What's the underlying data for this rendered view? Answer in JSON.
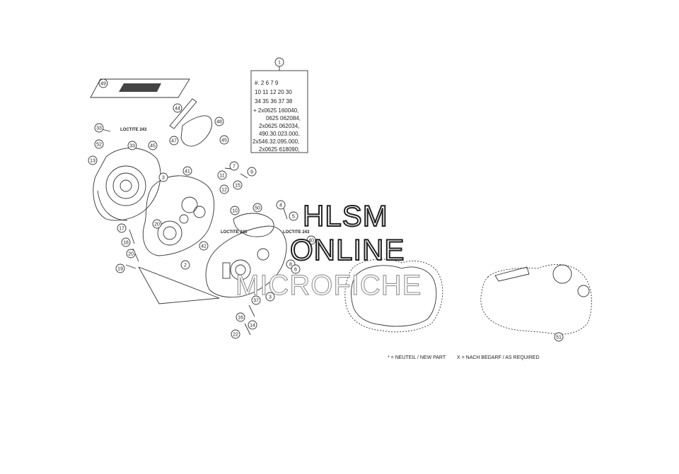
{
  "diagram": {
    "kit_header": "1",
    "kit_box": {
      "marker_row_1": "#. 2 6 7 9",
      "marker_row_2": "10 11 12 20 30",
      "marker_row_3": "34 35 36 37 38",
      "lines": [
        "+ 2x0625 160040,",
        "0625 062084,",
        "2x0625 062034,",
        "490.30.023.000,",
        "2x546.32.095.000,",
        "2x0625 618090;"
      ]
    },
    "loctite_labels": [
      "LOCTITE 243",
      "LOCTITE 243",
      "LOCTITE 243"
    ],
    "legend": {
      "new_part": "* = NEUTEIL / NEW PART",
      "as_required": "X = NACH BEDARF / AS REQUIRED"
    },
    "callouts": {
      "c1": "33",
      "c2": "52",
      "c3": "33",
      "c4": "49",
      "c5": "13",
      "c6": "45",
      "c7": "3",
      "c8": "41",
      "c9": "44",
      "c10": "48",
      "c11": "47",
      "c12": "45",
      "c13": "7",
      "c14": "11",
      "c15": "9",
      "c16": "12",
      "c17": "15",
      "c18": "10",
      "c19": "17",
      "c20": "18",
      "c21": "20",
      "c22": "19",
      "c23": "4",
      "c24": "5",
      "c25": "2",
      "c26": "42",
      "c27": "8",
      "c28": "6",
      "c29": "3",
      "c30": "37",
      "c31": "16",
      "c32": "14",
      "c33": "22",
      "c34": "40",
      "c35": "50",
      "c36": "51",
      "c37": "20"
    }
  },
  "watermark": {
    "line1": "HLSM",
    "line2": "ONLINE",
    "line3": "MICROFICHE"
  }
}
